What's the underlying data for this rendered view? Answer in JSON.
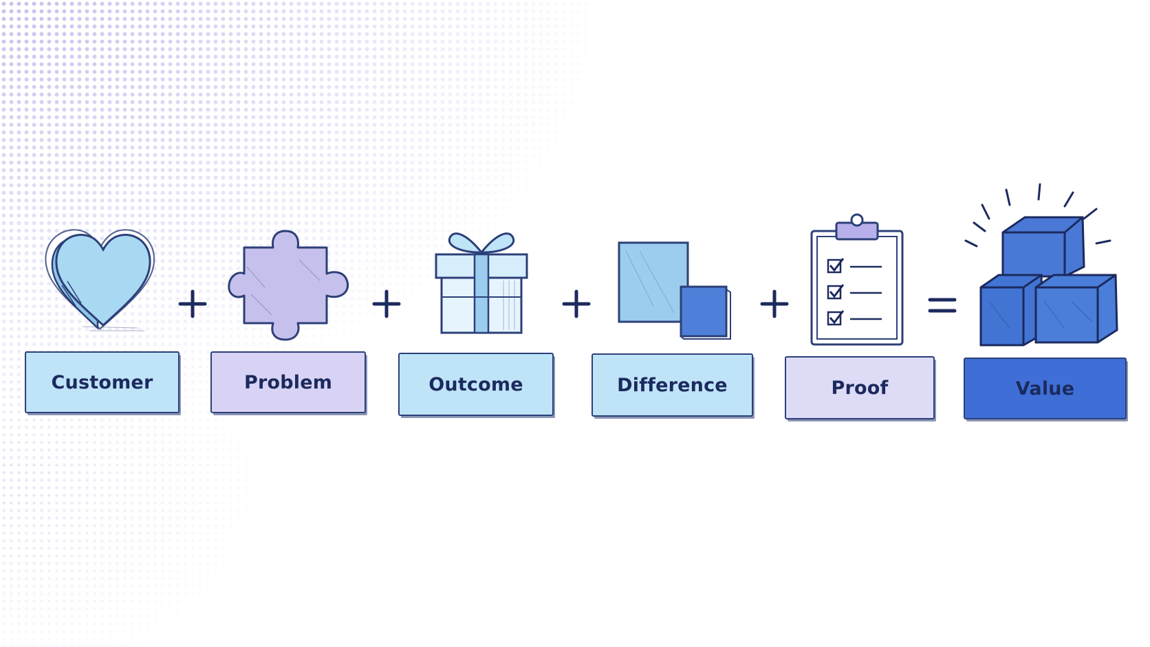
{
  "equation": {
    "terms": [
      {
        "label": "Customer",
        "icon": "heart-icon",
        "color": "#bfe4f8"
      },
      {
        "label": "Problem",
        "icon": "puzzle-piece-icon",
        "color": "#d8d3f4"
      },
      {
        "label": "Outcome",
        "icon": "gift-box-icon",
        "color": "#bfe4f8"
      },
      {
        "label": "Difference",
        "icon": "squares-icon",
        "color": "#bfe4f8"
      },
      {
        "label": "Proof",
        "icon": "clipboard-checklist-icon",
        "color": "#dedbf6"
      },
      {
        "label": "Value",
        "icon": "stacked-cubes-icon",
        "color": "#3f6fd6"
      }
    ],
    "operators": [
      "+",
      "+",
      "+",
      "+",
      "="
    ]
  },
  "colors": {
    "ink": "#1c2a5e",
    "light_blue": "#bfe4f8",
    "lavender": "#d8d3f4",
    "strong_blue": "#3f6fd6"
  }
}
